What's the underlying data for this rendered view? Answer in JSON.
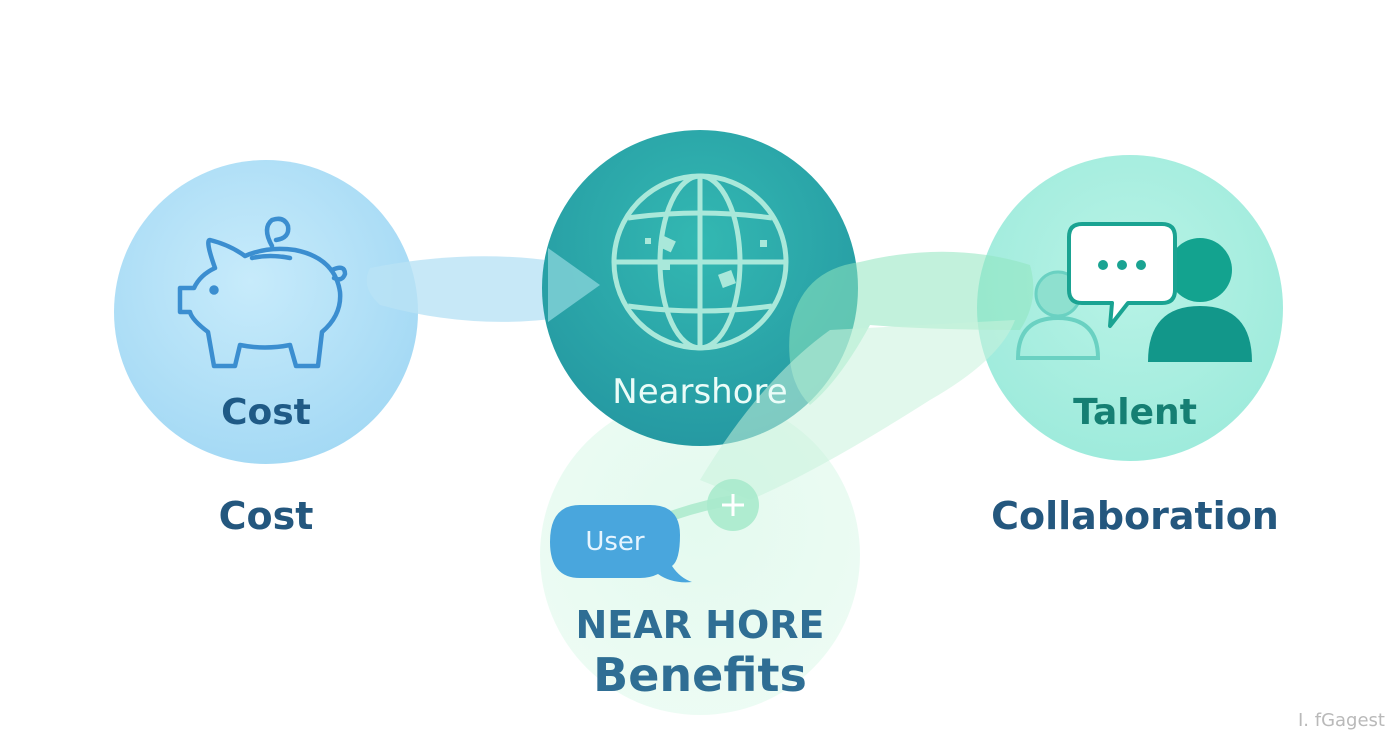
{
  "nodes": {
    "cost": {
      "label": "Cost",
      "icon": "piggy-bank-icon"
    },
    "center": {
      "label": "Nearshore",
      "icon": "globe-icon"
    },
    "talent": {
      "label": "Talent",
      "icon": "people-chat-icon"
    }
  },
  "labels": {
    "cost_below": "Cost",
    "collaboration": "Collaboration",
    "bottom_line1": "NEAR HORE",
    "bottom_line2": "Benefits"
  },
  "bubble": {
    "text": "User",
    "icon": "speech-bubble-icon"
  },
  "plus_icon": "plus-icon",
  "watermark": "I. fGagest",
  "colors": {
    "cost_circle": "#a9dcf7",
    "center_circle": "#2aa8a5",
    "talent_circle": "#a6eedf",
    "bottom_circle": "#d7f7e6",
    "label_blue": "#24577e",
    "talent_green": "#157f73",
    "bubble_blue": "#4aa6dc"
  }
}
